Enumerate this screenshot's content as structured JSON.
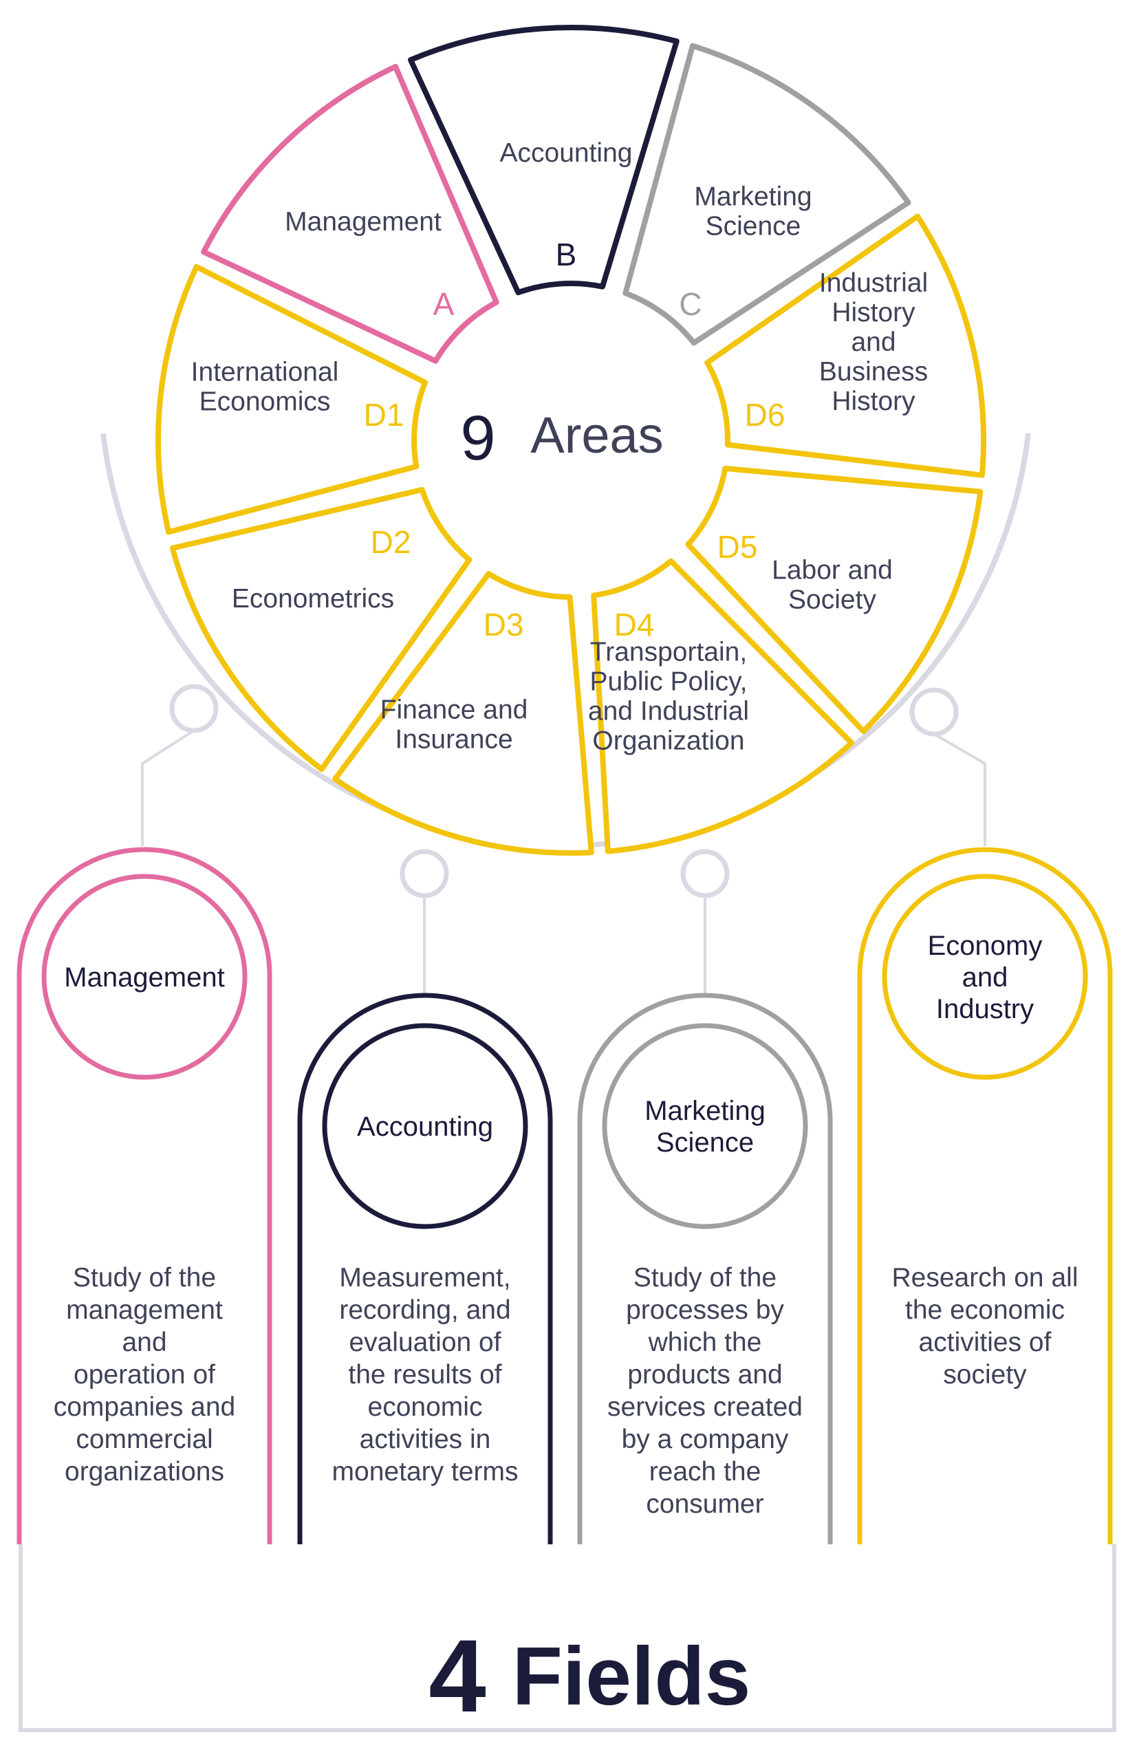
{
  "colors": {
    "pink": "#e36b9f",
    "navy": "#1b1b3a",
    "gray": "#a0a0a0",
    "yellow": "#f2c40c",
    "connector": "#d9d9e3",
    "text": "#3f4257"
  },
  "center": {
    "number": "9",
    "label": "Areas"
  },
  "areas": [
    {
      "code": "A",
      "lines": [
        "Management"
      ],
      "color": "pink"
    },
    {
      "code": "B",
      "lines": [
        "Accounting"
      ],
      "color": "navy"
    },
    {
      "code": "C",
      "lines": [
        "Marketing",
        "Science"
      ],
      "color": "gray"
    },
    {
      "code": "D6",
      "lines": [
        "Industrial",
        "History",
        "and",
        "Business",
        "History"
      ],
      "color": "yellow"
    },
    {
      "code": "D5",
      "lines": [
        "Labor and",
        "Society"
      ],
      "color": "yellow"
    },
    {
      "code": "D4",
      "lines": [
        "Transportain,",
        "Public Policy,",
        "and Industrial",
        "Organization"
      ],
      "color": "yellow"
    },
    {
      "code": "D3",
      "lines": [
        "Finance and",
        "Insurance"
      ],
      "color": "yellow"
    },
    {
      "code": "D2",
      "lines": [
        "Econometrics"
      ],
      "color": "yellow"
    },
    {
      "code": "D1",
      "lines": [
        "International",
        "Economics"
      ],
      "color": "yellow"
    }
  ],
  "fields": [
    {
      "title": [
        "Management"
      ],
      "color": "pink",
      "description": [
        "Study of the",
        "management",
        "and",
        "operation of",
        "companies and",
        "commercial",
        "organizations"
      ]
    },
    {
      "title": [
        "Accounting"
      ],
      "color": "navy",
      "description": [
        "Measurement,",
        "recording, and",
        "evaluation of",
        "the results of",
        "economic",
        "activities in",
        "monetary terms"
      ]
    },
    {
      "title": [
        "Marketing",
        "Science"
      ],
      "color": "gray",
      "description": [
        "Study of the",
        "processes by",
        "which the",
        "products and",
        "services created",
        "by a company",
        "reach the",
        "consumer"
      ]
    },
    {
      "title": [
        "Economy",
        "and",
        "Industry"
      ],
      "color": "yellow",
      "description": [
        "Research on all",
        "the economic",
        "activities of",
        "society"
      ]
    }
  ],
  "bottom": {
    "number": "4",
    "label": "Fields"
  }
}
